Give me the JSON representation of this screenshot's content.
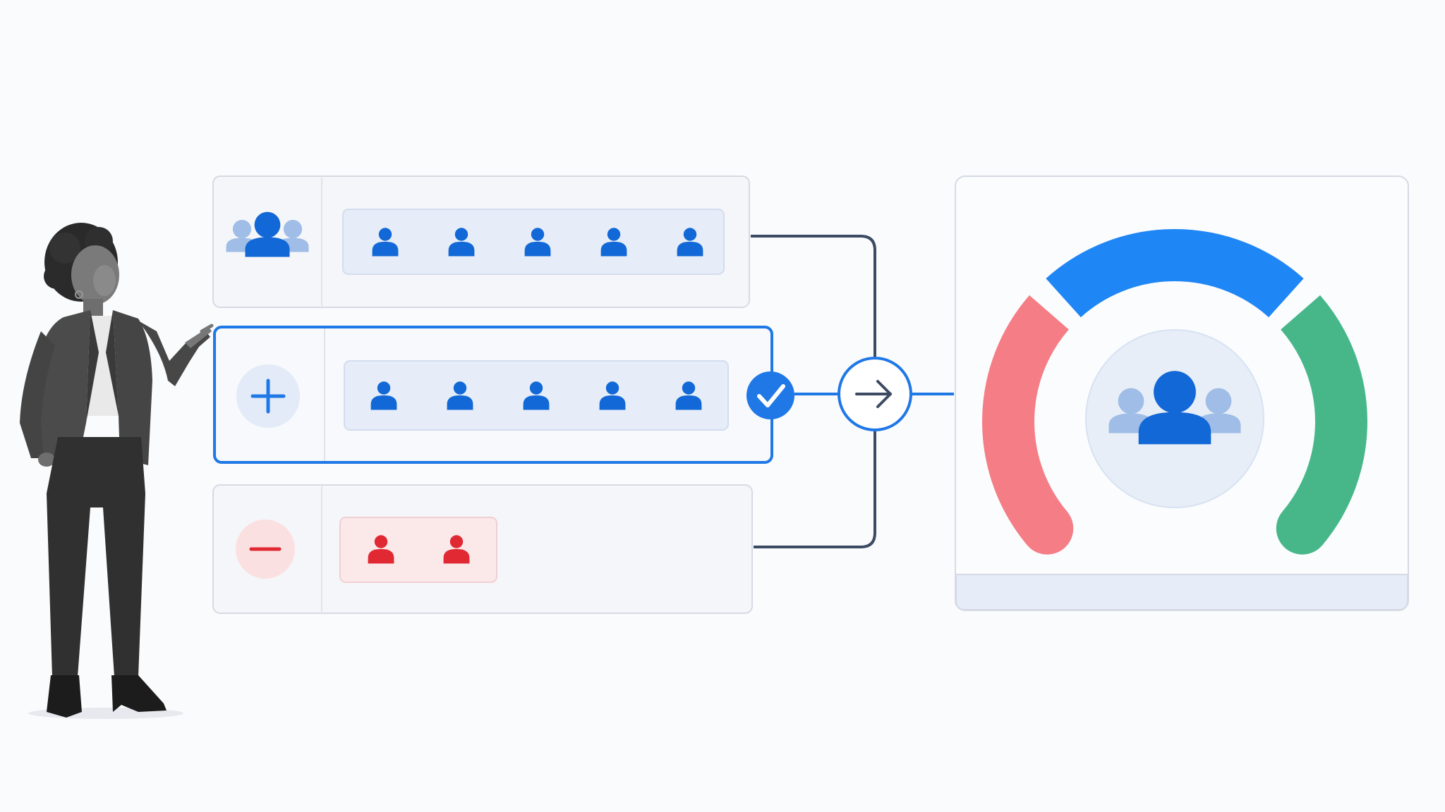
{
  "colors": {
    "primary_blue": "#1f78e6",
    "deep_blue": "#1268d6",
    "light_blue": "#9fbde6",
    "negative_red": "#e02932",
    "gauge_red": "#f47d86",
    "gauge_blue": "#1f86f5",
    "gauge_green": "#47b78a",
    "connector_dark": "#3d4a63",
    "card_border": "#d5dae4"
  },
  "rows": [
    {
      "name": "existing-members",
      "icon": "group-icon",
      "people_count": 5,
      "tone": "blue",
      "active": false
    },
    {
      "name": "added-members",
      "icon": "plus-icon",
      "people_count": 5,
      "tone": "blue",
      "active": true,
      "status_icon": "check-icon"
    },
    {
      "name": "removed-members",
      "icon": "minus-icon",
      "people_count": 2,
      "tone": "red",
      "active": false
    }
  ],
  "flow": {
    "merge_icon": "arrow-right-icon"
  },
  "gauge": {
    "segments": [
      "red",
      "blue",
      "green"
    ],
    "center_icon": "group-icon"
  },
  "presenter": {
    "icon": "presenter-figure"
  }
}
